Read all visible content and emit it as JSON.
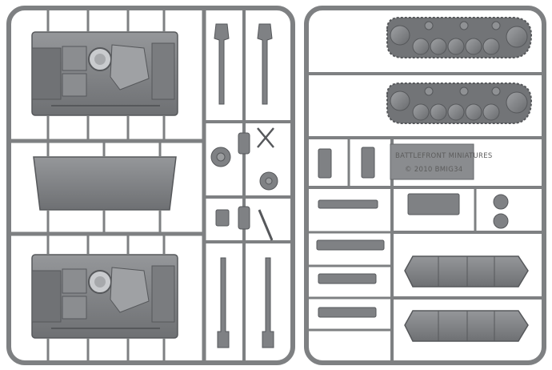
{
  "photo": {
    "subject": "two grey plastic model-kit sprues",
    "colors": {
      "background": "#ffffff",
      "sprue": "#7e8082",
      "sprue_light": "#9a9c9e",
      "sprue_dark": "#5e6062",
      "part": "#85878a",
      "part_dark": "#626467",
      "part_light": "#a3a5a8"
    }
  },
  "right_sprue": {
    "embossed_text": {
      "line1": "BATTLEFRONT MINIATURES",
      "line2": "© 2010 BMIG34"
    }
  }
}
